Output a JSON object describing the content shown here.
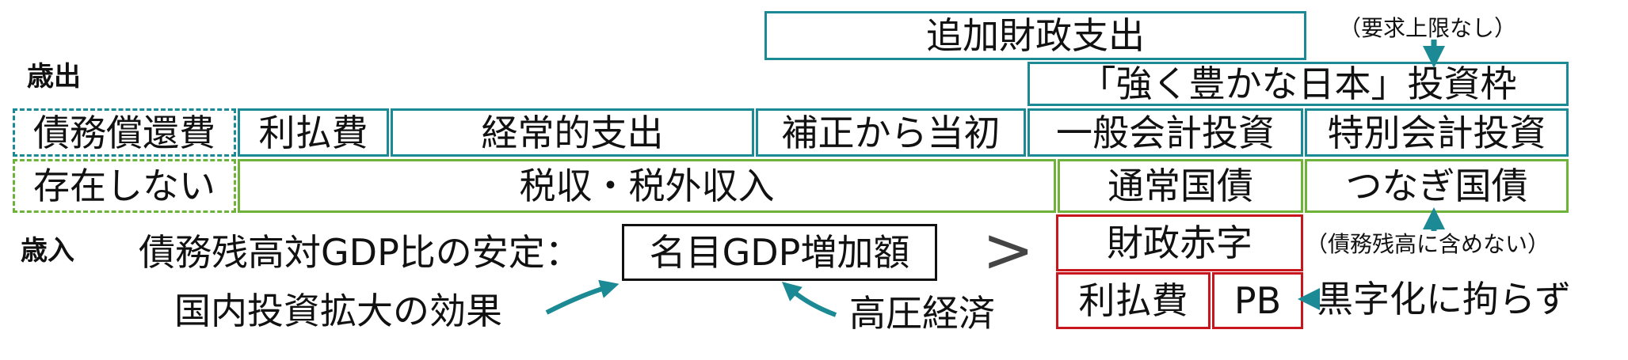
{
  "row_labels": {
    "expenditure": "歳出",
    "revenue": "歳入"
  },
  "top": {
    "additional_spending": "追加財政支出",
    "no_cap_note": "（要求上限なし）",
    "strong_japan_frame": "「強く豊かな日本」投資枠"
  },
  "expenditure_boxes": {
    "debt_redemption": "債務償還費",
    "interest": "利払費",
    "recurring": "経常的支出",
    "supplementary_to_initial": "補正から当初",
    "general_account_investment": "一般会計投資",
    "special_account_investment": "特別会計投資"
  },
  "revenue_boxes": {
    "not_exist": "存在しない",
    "tax_revenue": "税収・税外収入",
    "normal_bonds": "通常国債",
    "bridge_bonds": "つなぎ国債"
  },
  "bottom": {
    "stability_condition": "債務残高対GDP比の安定：",
    "nominal_gdp_increase": "名目GDP増加額",
    "greater_than": ">",
    "fiscal_deficit": "財政赤字",
    "interest_small": "利払費",
    "pb": "PB",
    "excluded_note": "（債務残高に含めない）",
    "pb_surplus_note": "黒字化に拘らず",
    "domestic_investment": "国内投資拡大の効果",
    "high_pressure_economy": "高圧経済"
  },
  "colors": {
    "teal": "#1c8a94",
    "green": "#6fb23a",
    "red": "#c8161d",
    "black": "#111111"
  }
}
